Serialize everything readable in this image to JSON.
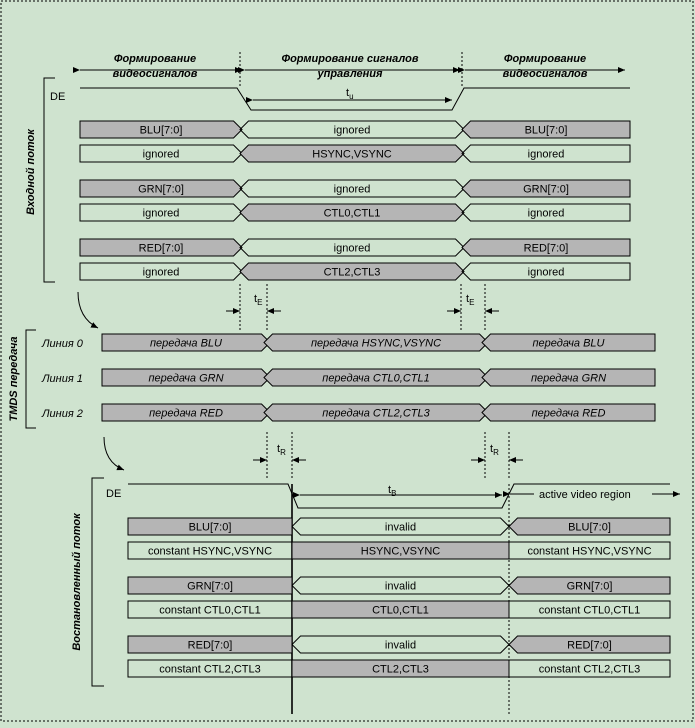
{
  "colors": {
    "background": "#cfe3cf",
    "bar_gray": "#b5b5b5",
    "line": "#000000"
  },
  "top": {
    "left_header": [
      "Формирование",
      "видеосигналов"
    ],
    "center_header": [
      "Формирование сигналов",
      "управления"
    ],
    "right_header": [
      "Формирование",
      "видеосигналов"
    ],
    "de_label": "DE",
    "tu_label": "t",
    "tu_sub": "u",
    "side_label": "Входной поток",
    "rows": [
      [
        "BLU[7:0]",
        "ignored",
        "BLU[7:0]"
      ],
      [
        "ignored",
        "HSYNC,VSYNC",
        "ignored"
      ],
      [
        "GRN[7:0]",
        "ignored",
        "GRN[7:0]"
      ],
      [
        "ignored",
        "CTL0,CTL1",
        "ignored"
      ],
      [
        "RED[7:0]",
        "ignored",
        "RED[7:0]"
      ],
      [
        "ignored",
        "CTL2,CTL3",
        "ignored"
      ]
    ],
    "te_label": "t",
    "te_sub": "E"
  },
  "middle": {
    "side_label": "TMDS передача",
    "rows": [
      {
        "label": "Линия 0",
        "cells": [
          "передача BLU",
          "передача HSYNC,VSYNC",
          "передача BLU"
        ]
      },
      {
        "label": "Линия 1",
        "cells": [
          "передача GRN",
          "передача CTL0,CTL1",
          "передача GRN"
        ]
      },
      {
        "label": "Линия 2",
        "cells": [
          "передача RED",
          "передача CTL2,CTL3",
          "передача RED"
        ]
      }
    ],
    "tr_label": "t",
    "tr_sub": "R"
  },
  "bottom": {
    "side_label": "Востановленный поток",
    "de_label": "DE",
    "tb_label": "t",
    "tb_sub": "B",
    "active_label": "active video region",
    "rows": [
      [
        "BLU[7:0]",
        "invalid",
        "BLU[7:0]"
      ],
      [
        "constant HSYNC,VSYNC",
        "HSYNC,VSYNC",
        "constant HSYNC,VSYNC"
      ],
      [
        "GRN[7:0]",
        "invalid",
        "GRN[7:0]"
      ],
      [
        "constant CTL0,CTL1",
        "CTL0,CTL1",
        "constant CTL0,CTL1"
      ],
      [
        "RED[7:0]",
        "invalid",
        "RED[7:0]"
      ],
      [
        "constant CTL2,CTL3",
        "CTL2,CTL3",
        "constant CTL2,CTL3"
      ]
    ]
  }
}
